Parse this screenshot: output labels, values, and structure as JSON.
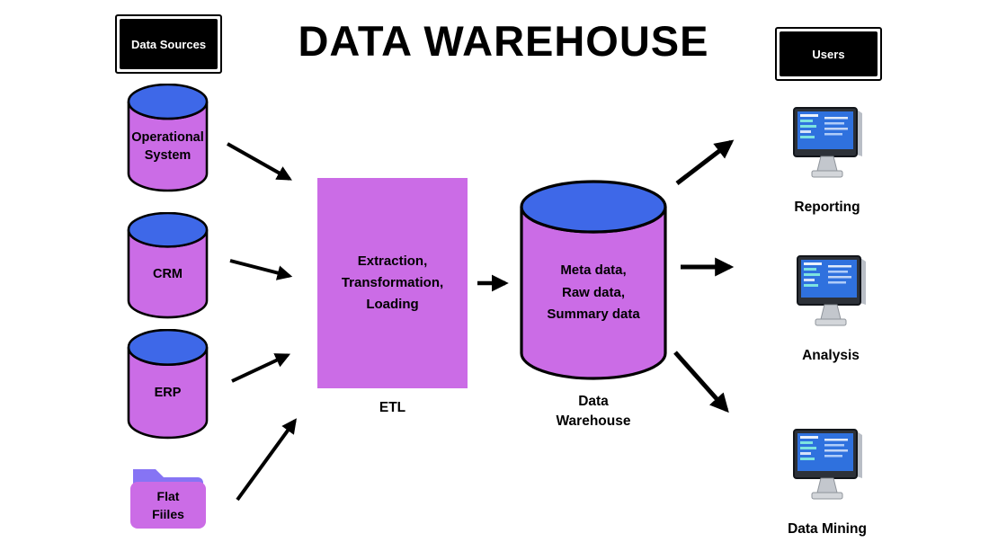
{
  "title": "DATA WAREHOUSE",
  "headers": {
    "data_sources": "Data Sources",
    "users": "Users"
  },
  "sources": [
    {
      "label": "Operational System"
    },
    {
      "label": "CRM"
    },
    {
      "label": "ERP"
    },
    {
      "label": "Flat\nFiiles"
    }
  ],
  "etl": {
    "content": "Extraction,\nTransformation,\nLoading",
    "label": "ETL"
  },
  "warehouse": {
    "content": "Meta data,\nRaw data,\nSummary data",
    "label": "Data\nWarehouse"
  },
  "users": [
    {
      "label": "Reporting"
    },
    {
      "label": "Analysis"
    },
    {
      "label": "Data Mining"
    }
  ],
  "colors": {
    "purple": "#CB6CE6",
    "blue": "#3E68E8",
    "screen_blue": "#2F71DE",
    "folder_back": "#8674F4"
  }
}
